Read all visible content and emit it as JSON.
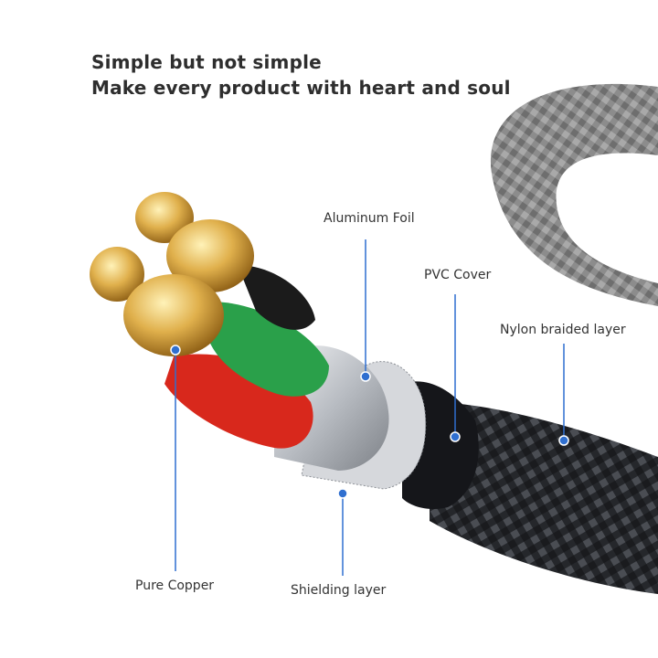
{
  "header": {
    "line1": "Simple but not simple",
    "line2": "Make every product with heart and soul"
  },
  "callouts": {
    "aluminum_foil": "Aluminum Foil",
    "pvc_cover": "PVC Cover",
    "nylon_braided_layer": "Nylon braided layer",
    "pure_copper": "Pure Copper",
    "shielding_layer": "Shielding layer"
  },
  "colors": {
    "callout": "#2f6fd0",
    "braid_dark": "#2a2c30",
    "braid_gray": "#8a8a8a",
    "copper": "#d9a640",
    "wire_red": "#d8281c",
    "wire_green": "#2aa04a",
    "foil": "#c9cdd2"
  }
}
